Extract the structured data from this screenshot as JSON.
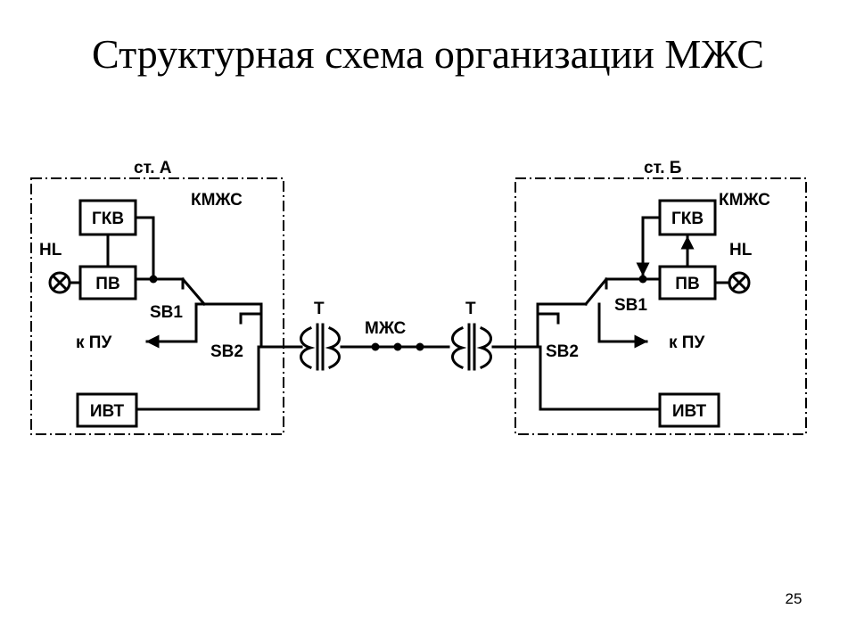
{
  "title": "Структурная схема организации МЖС",
  "page_number": "25",
  "station_a": {
    "name": "ст. А",
    "panel": "КМЖС",
    "blocks": {
      "gkv": "ГКВ",
      "pv": "ПВ",
      "ivt": "ИВТ"
    },
    "lamp": "HL",
    "switch1": "SB1",
    "switch2": "SB2",
    "to_pu": "к ПУ"
  },
  "station_b": {
    "name": "ст. Б",
    "panel": "КМЖС",
    "blocks": {
      "gkv": "ГКВ",
      "pv": "ПВ",
      "ivt": "ИВТ"
    },
    "lamp": "HL",
    "switch1": "SB1",
    "switch2": "SB2",
    "to_pu": "к ПУ"
  },
  "line": {
    "label": "МЖС",
    "transformer_left": "Т",
    "transformer_right": "Т"
  }
}
